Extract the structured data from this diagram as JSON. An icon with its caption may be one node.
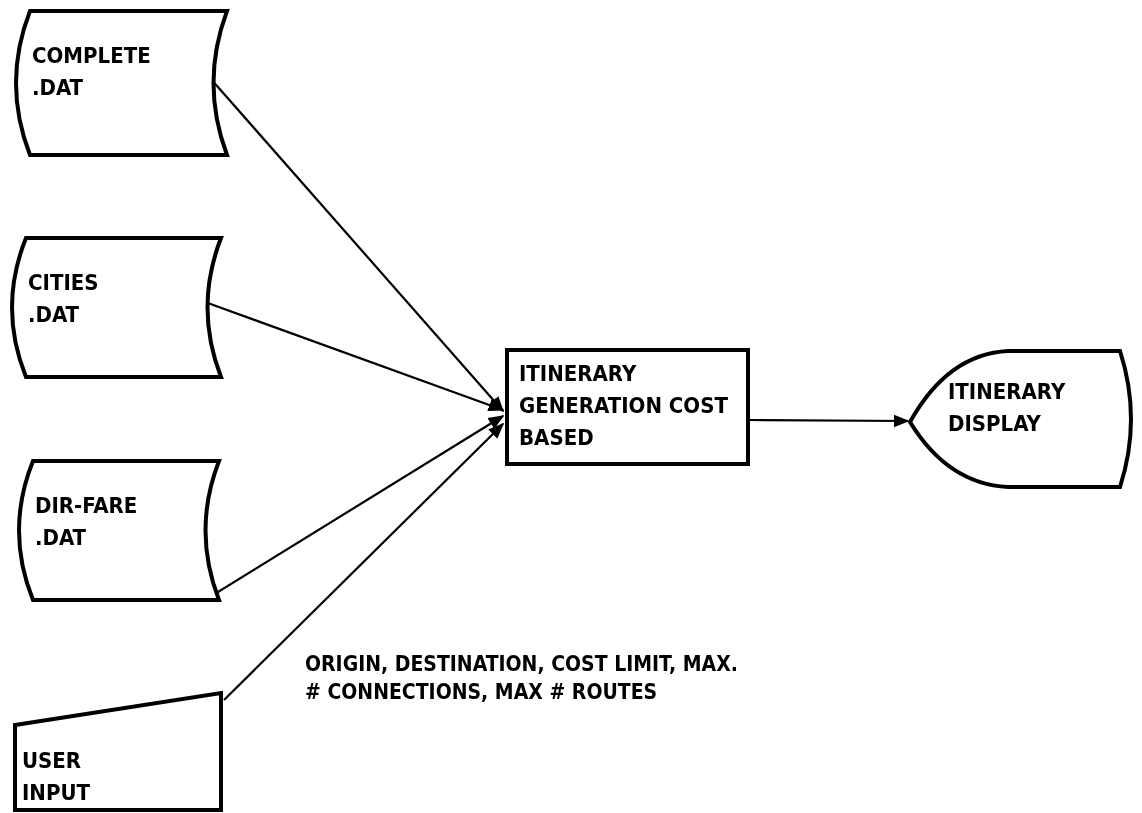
{
  "diagram": {
    "nodes": [
      {
        "text": [
          "COMPLETE .DAT"
        ]
      },
      {
        "text": [
          "CITIES .DAT"
        ]
      },
      {
        "text": [
          "DIR-FARE .DAT"
        ]
      },
      {
        "text": [
          "USER INPUT"
        ]
      },
      {
        "text": [
          "ITINERARY GENERATION COST BASED"
        ]
      },
      {
        "text": [
          "ITINERARY DISPLAY"
        ]
      }
    ],
    "edges": [
      {
        "from": 0,
        "to": 4,
        "arrow": "to"
      },
      {
        "from": 1,
        "to": 4,
        "arrow": "to"
      },
      {
        "from": 2,
        "to": 4,
        "arrow": "to"
      },
      {
        "from": 3,
        "to": 4,
        "arrow": "to",
        "label": "ORIGIN, DESTINATION, COST LIMIT, MAX. # CONNECTIONS, MAX # ROUTES"
      },
      {
        "from": 4,
        "to": 5,
        "arrow": "to"
      }
    ]
  }
}
